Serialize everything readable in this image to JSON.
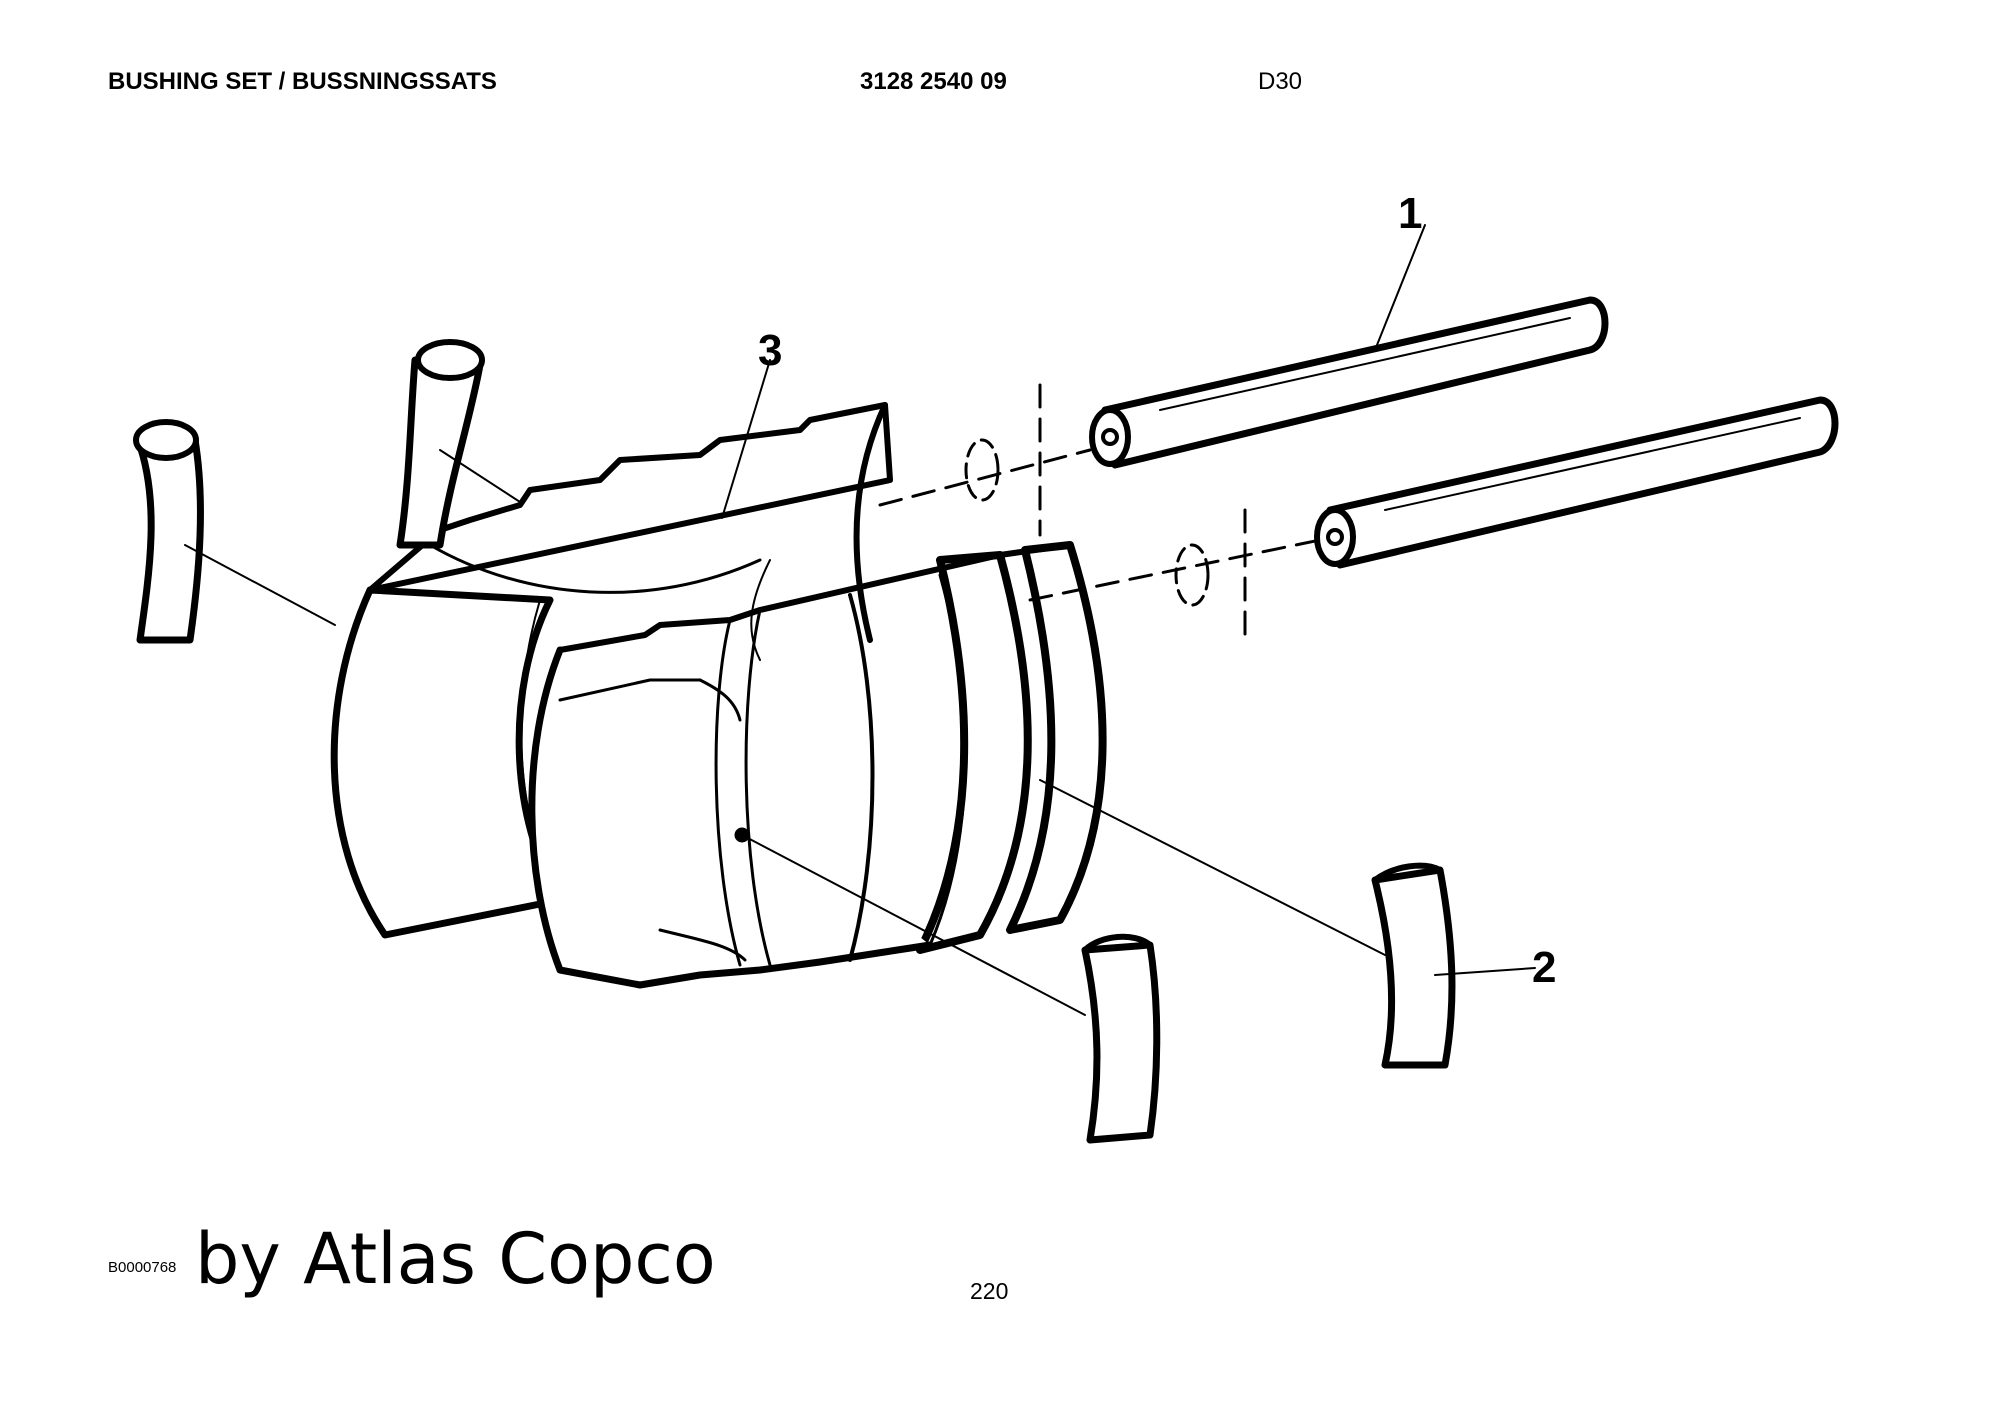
{
  "header": {
    "title": "BUSHING SET / BUSSNINGSSATS",
    "part_number": "3128 2540 09",
    "model": "D30"
  },
  "drawing": {
    "callouts": [
      "1",
      "2",
      "3"
    ]
  },
  "footer": {
    "figure_ref": "B0000768",
    "brand_text": "by Atlas Copco",
    "page_number": "220"
  }
}
